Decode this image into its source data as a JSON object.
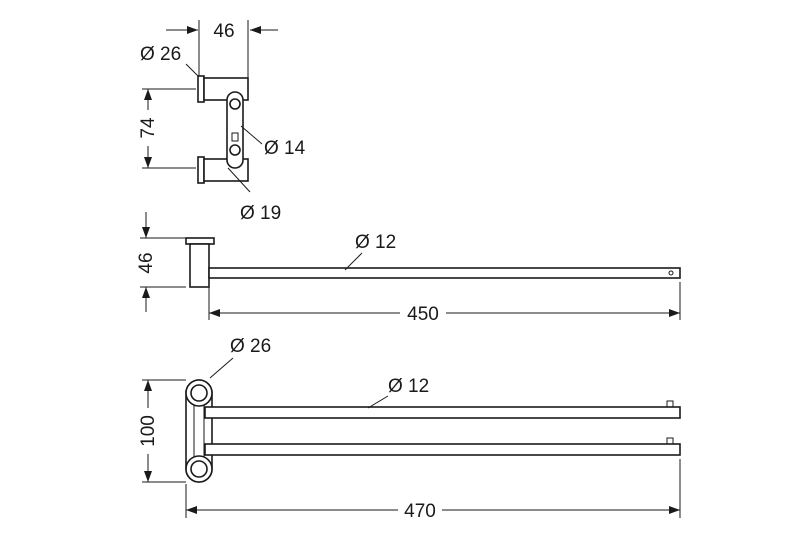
{
  "view_top": {
    "width_label": "46",
    "height_label": "74",
    "flange_dia_label": "Ø 26",
    "arm_dia_label": "Ø 14",
    "base_dia_label": "Ø 19"
  },
  "view_side": {
    "height_label": "46",
    "rod_dia_label": "Ø 12",
    "length_label": "450"
  },
  "view_front": {
    "height_label": "100",
    "ring_dia_label": "Ø 26",
    "rod_dia_label": "Ø 12",
    "length_label": "470"
  }
}
